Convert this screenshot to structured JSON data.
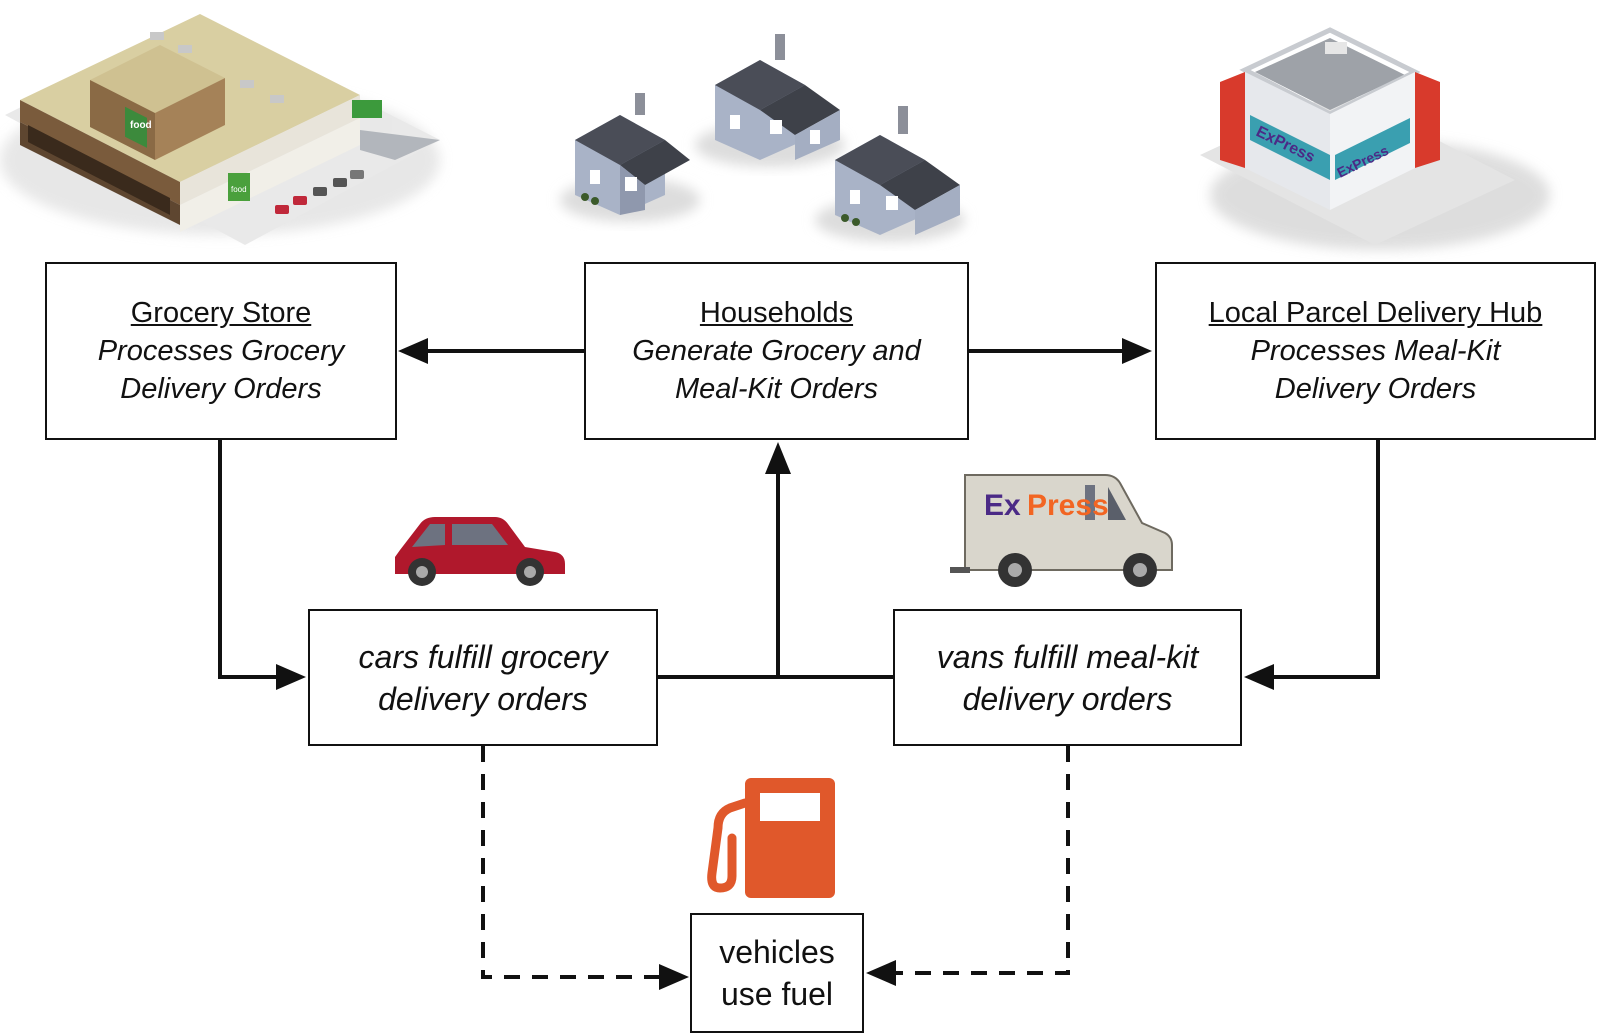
{
  "nodes": {
    "grocery_store": {
      "title": "Grocery Store",
      "line1": "Processes Grocery",
      "line2": "Delivery Orders"
    },
    "households": {
      "title": "Households",
      "line1": "Generate Grocery and",
      "line2": "Meal-Kit Orders"
    },
    "parcel_hub": {
      "title": "Local Parcel Delivery Hub",
      "line1": "Processes Meal-Kit",
      "line2": "Delivery Orders"
    },
    "cars": {
      "line1": "cars fulfill grocery",
      "line2": "delivery orders"
    },
    "vans": {
      "line1": "vans fulfill meal-kit",
      "line2": "delivery orders"
    },
    "fuel": {
      "line1": "vehicles",
      "line2": "use fuel"
    }
  },
  "illustrations": {
    "store_sign": "food",
    "store_side_sign": "food",
    "hub_sign": "ExPress",
    "van_logo_ex": "Ex",
    "van_logo_press": "Press"
  },
  "colors": {
    "line": "#111111",
    "car": "#b0182c",
    "pump": "#e0582b",
    "hub_red": "#d83a2c",
    "hub_teal": "#3a9fb0",
    "express_purple": "#4b2a86",
    "express_orange": "#f26522",
    "roof_gray": "#4a4d57",
    "house_wall": "#a9b3c7"
  },
  "icons": [
    "grocery-store-building-icon",
    "houses-icon",
    "parcel-hub-building-icon",
    "car-icon",
    "van-icon",
    "fuel-pump-icon"
  ]
}
